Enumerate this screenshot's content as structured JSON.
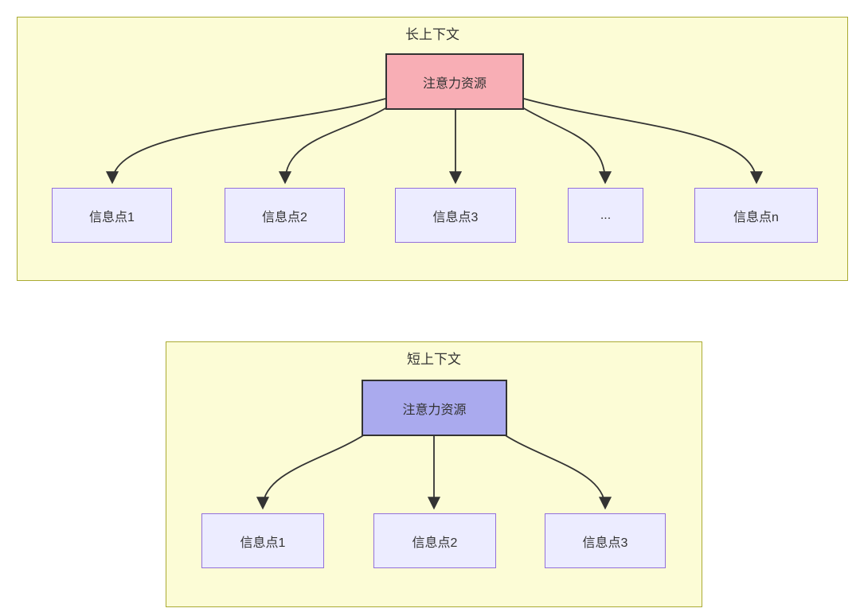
{
  "colors": {
    "container_fill": "#fcfcd6",
    "container_border": "#aaaa33",
    "attention_long_fill": "#f8aeb5",
    "attention_short_fill": "#aaaaee",
    "attention_border": "#333333",
    "info_node_fill": "#ececff",
    "info_node_border": "#9370db",
    "arrow": "#333333",
    "text": "#333333",
    "page_background": "#ffffff"
  },
  "long_context": {
    "title": "长上下文",
    "attention_label": "注意力资源",
    "nodes": [
      {
        "label": "信息点1"
      },
      {
        "label": "信息点2"
      },
      {
        "label": "信息点3"
      },
      {
        "label": "..."
      },
      {
        "label": "信息点n"
      }
    ]
  },
  "short_context": {
    "title": "短上下文",
    "attention_label": "注意力资源",
    "nodes": [
      {
        "label": "信息点1"
      },
      {
        "label": "信息点2"
      },
      {
        "label": "信息点3"
      }
    ]
  }
}
